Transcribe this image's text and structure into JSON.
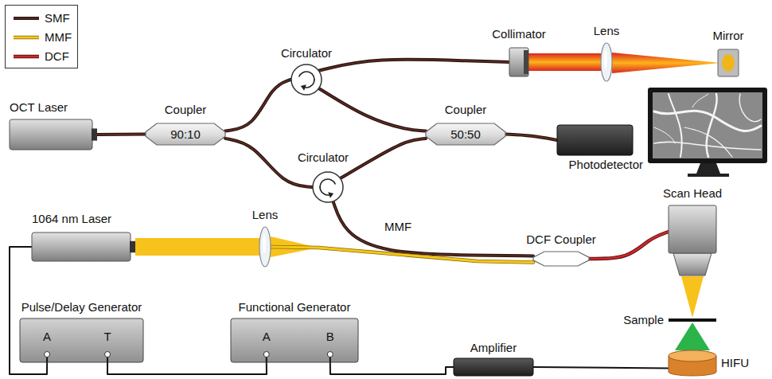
{
  "diagram": {
    "nodes": [
      {
        "text": [
          "OCT Laser"
        ]
      },
      {
        "text": [
          "Coupler",
          "90:10"
        ]
      },
      {
        "text": [
          "Circulator"
        ]
      },
      {
        "text": [
          "Circulator"
        ]
      },
      {
        "text": [
          "Collimator"
        ]
      },
      {
        "text": [
          "Lens"
        ]
      },
      {
        "text": [
          "Mirror"
        ]
      },
      {
        "text": [
          "Coupler",
          "50:50"
        ]
      },
      {
        "text": [
          "Photodetector"
        ]
      },
      {
        "text": [
          "Scan Head"
        ]
      },
      {
        "text": [
          "1064 nm Laser"
        ]
      },
      {
        "text": [
          "Lens"
        ]
      },
      {
        "text": [
          "DCF Coupler"
        ]
      },
      {
        "text": [
          "Sample"
        ]
      },
      {
        "text": [
          "Pulse/Delay Generator",
          "A",
          "T"
        ]
      },
      {
        "text": [
          "Functional Generator",
          "A",
          "B"
        ]
      },
      {
        "text": [
          "Amplifier"
        ]
      },
      {
        "text": [
          "HIFU"
        ]
      }
    ],
    "edges": [
      {
        "from": 0,
        "to": 1,
        "arrow": "none"
      },
      {
        "from": 1,
        "to": 2,
        "arrow": "none"
      },
      {
        "from": 1,
        "to": 3,
        "arrow": "none"
      },
      {
        "from": 2,
        "to": 4,
        "arrow": "none"
      },
      {
        "from": 2,
        "to": 7,
        "arrow": "none"
      },
      {
        "from": 3,
        "to": 7,
        "arrow": "none"
      },
      {
        "from": 3,
        "to": 12,
        "arrow": "none"
      },
      {
        "from": 7,
        "to": 8,
        "arrow": "none"
      },
      {
        "from": 12,
        "to": 9,
        "arrow": "none"
      },
      {
        "from": 11,
        "to": 12,
        "arrow": "none",
        "label": "MMF"
      },
      {
        "from": 14,
        "to": 10,
        "arrow": "none"
      },
      {
        "from": 14,
        "to": 15,
        "arrow": "none"
      },
      {
        "from": 15,
        "to": 16,
        "arrow": "none"
      },
      {
        "from": 16,
        "to": 17,
        "arrow": "none"
      }
    ],
    "legend": [
      {
        "text": "SMF"
      },
      {
        "text": "MMF"
      },
      {
        "text": "DCF"
      }
    ]
  }
}
